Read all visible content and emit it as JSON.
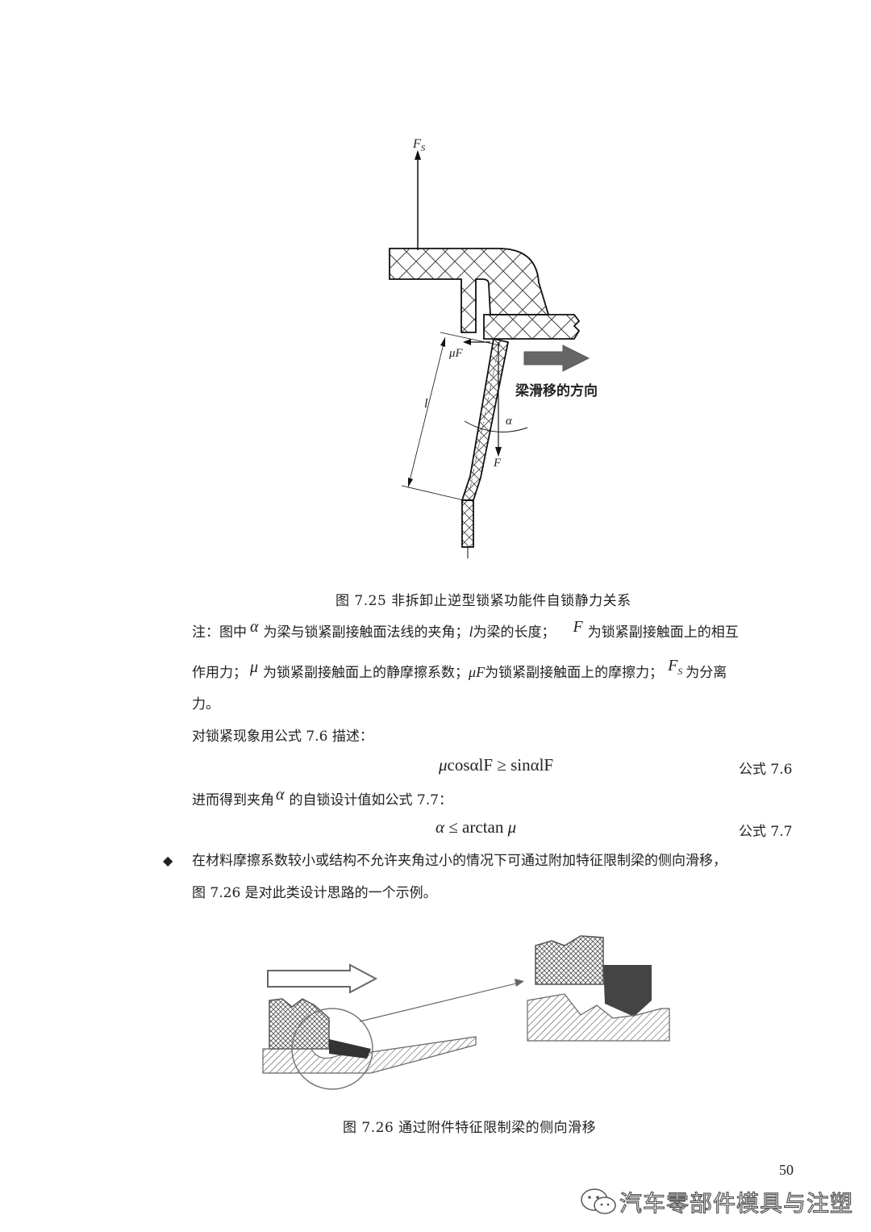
{
  "figure_725": {
    "labels": {
      "fs": "F",
      "fs_sub": "S",
      "mu_f": "μF",
      "l": "l",
      "alpha": "α",
      "f": "F",
      "direction": "梁滑移的方向"
    },
    "caption": "图 7.25  非拆卸止逆型锁紧功能件自锁静力关系"
  },
  "note": {
    "line1_a": "注：图中",
    "line1_alpha": "α",
    "line1_b": "为梁与锁紧副接触面法线的夹角；",
    "line1_l": "l",
    "line1_c": "为梁的长度；",
    "line1_f": "F",
    "line1_d": "为锁紧副接触面上的相互",
    "line2_a": "作用力；",
    "line2_mu": "μ",
    "line2_b": "为锁紧副接触面上的静摩擦系数；",
    "line2_muf": "μF",
    "line2_c": "为锁紧副接触面上的摩擦力；",
    "line2_fs": "F",
    "line2_fs_sub": "S",
    "line2_d": "为分离",
    "line3": "力。"
  },
  "intro_76": "对锁紧现象用公式 7.6 描述：",
  "formula_76": {
    "expr_mu": "μ",
    "expr_rest": "cosαlF ≥ sinαlF",
    "label": "公式 7.6"
  },
  "intro_77_a": "进而得到夹角",
  "intro_77_alpha": "α",
  "intro_77_b": "的自锁设计值如公式 7.7：",
  "formula_77": {
    "expr_alpha": "α",
    "expr_mid": " ≤ arctan ",
    "expr_mu": "μ",
    "label": "公式 7.7"
  },
  "bullet": {
    "icon": "diamond-bullet-icon",
    "line1": "在材料摩擦系数较小或结构不允许夹角过小的情况下可通过附加特征限制梁的侧向滑移，",
    "line2": "图 7.26 是对此类设计思路的一个示例。"
  },
  "figure_726": {
    "caption": "图 7.26  通过附件特征限制梁的侧向滑移"
  },
  "page_number": "50",
  "watermark": {
    "icon": "wechat-icon",
    "text": "汽车零部件模具与注塑"
  }
}
